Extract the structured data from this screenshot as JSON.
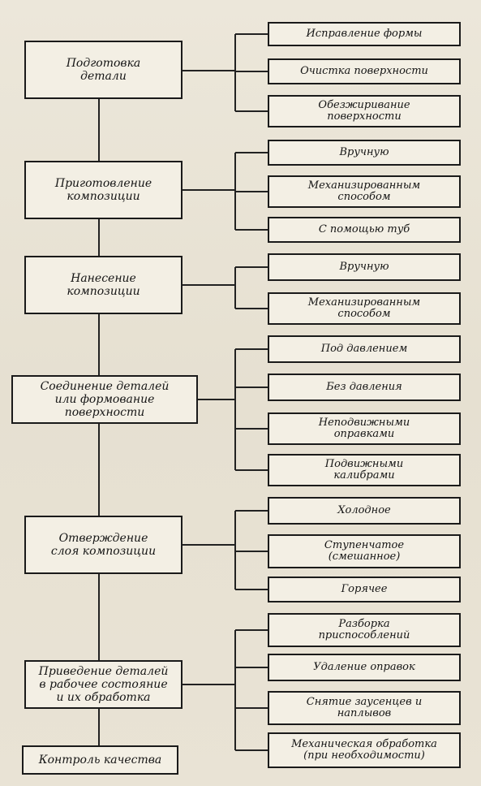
{
  "stages": [
    {
      "label": "Подготовка\nдетали",
      "options": [
        "Исправление формы",
        "Очистка поверхности",
        "Обезжиривание\nповерхности"
      ]
    },
    {
      "label": "Приготовление\nкомпозиции",
      "options": [
        "Вручную",
        "Механизированным\nспособом",
        "С помощью туб"
      ]
    },
    {
      "label": "Нанесение\nкомпозиции",
      "options": [
        "Вручную",
        "Механизированным\nспособом"
      ]
    },
    {
      "label": "Соединение деталей\nили формование\nповерхности",
      "options": [
        "Под давлением",
        "Без давления",
        "Неподвижными\nоправками",
        "Подвижными\nкалибрами"
      ]
    },
    {
      "label": "Отверждение\nслоя композиции",
      "options": [
        "Холодное",
        "Ступенчатое\n(смешанное)",
        "Горячее"
      ]
    },
    {
      "label": "Приведение деталей\nв рабочее состояние\nи их обработка",
      "options": [
        "Разборка\nприспособлений",
        "Удаление оправок",
        "Снятие заусенцев и\nнаплывов",
        "Механическая обработка\n(при необходимости)"
      ]
    },
    {
      "label": "Контроль качества",
      "options": []
    }
  ]
}
